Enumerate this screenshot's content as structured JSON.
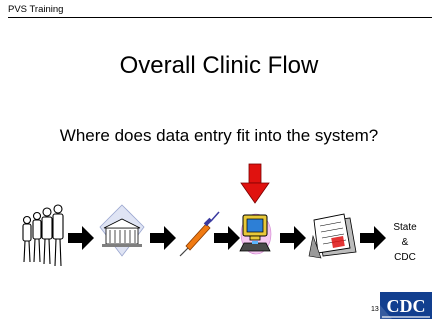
{
  "header": {
    "label": "PVS Training"
  },
  "title": "Overall Clinic Flow",
  "subtitle": "Where does data entry fit into the system?",
  "flow": {
    "steps": [
      {
        "icon": "people-queue-icon"
      },
      {
        "icon": "clinic-building-icon"
      },
      {
        "icon": "syringe-icon"
      },
      {
        "icon": "computer-icon"
      },
      {
        "icon": "documents-icon"
      }
    ],
    "end_lines": [
      "State",
      "&",
      "CDC"
    ],
    "highlight_color": "#e0120f"
  },
  "page_number": "13",
  "logo": {
    "text": "CDC",
    "color": "#123f8f"
  }
}
